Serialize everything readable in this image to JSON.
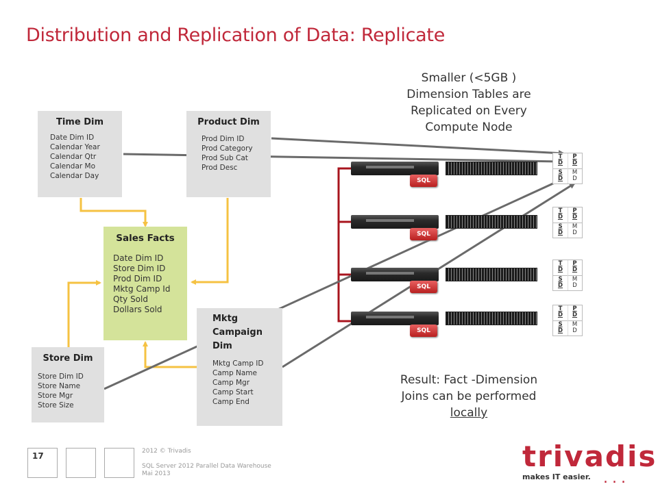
{
  "slide": {
    "title": "Distribution and Replication of Data: Replicate",
    "page_number": "17"
  },
  "boxes": {
    "time_dim": {
      "title": "Time Dim",
      "fields": [
        "Date Dim ID",
        "Calendar Year",
        "Calendar Qtr",
        "Calendar Mo",
        "Calendar Day"
      ]
    },
    "product_dim": {
      "title": "Product Dim",
      "fields": [
        "Prod Dim ID",
        "Prod Category",
        "Prod Sub Cat",
        "Prod Desc"
      ]
    },
    "sales_facts": {
      "title": "Sales Facts",
      "fields": [
        "Date Dim ID",
        "Store Dim ID",
        "Prod Dim ID",
        "Mktg Camp Id",
        "Qty Sold",
        "Dollars Sold"
      ]
    },
    "store_dim": {
      "title": "Store Dim",
      "fields": [
        "Store Dim ID",
        "Store Name",
        "Store Mgr",
        "Store Size"
      ]
    },
    "mktg_dim": {
      "title_lines": [
        "Mktg",
        "Campaign",
        "Dim"
      ],
      "fields": [
        "Mktg Camp ID",
        "Camp Name",
        "Camp Mgr",
        "Camp Start",
        "Camp End"
      ]
    }
  },
  "notes": {
    "top": [
      "Smaller (<5GB )",
      "Dimension Tables are",
      "Replicated on Every",
      "Compute Node"
    ],
    "bottom_line1": "Result:  Fact -Dimension",
    "bottom_line2": "Joins can be performed",
    "bottom_line3": "locally"
  },
  "nodes": [
    {
      "badge": "SQL"
    },
    {
      "badge": "SQL"
    },
    {
      "badge": "SQL"
    },
    {
      "badge": "SQL"
    }
  ],
  "node_tables": {
    "top_left": [
      "T",
      "D"
    ],
    "top_right": [
      "P",
      "D"
    ],
    "bottom_left": [
      "S",
      "D"
    ],
    "bottom_right": [
      "M",
      "D"
    ]
  },
  "footer": {
    "copyright": "2012 © Trivadis",
    "line2": "SQL Server 2012 Parallel Data Warehouse",
    "line3": "Mai 2013"
  },
  "logo": {
    "word": "trivadis",
    "tagline": "makes IT easier.",
    "dots": "..."
  },
  "colors": {
    "title": "#c0283a",
    "arrow_yellow": "#f5c242",
    "arrow_gray": "#6a6a6a",
    "bus_red": "#a8141e",
    "facts_fill": "#d4e39a",
    "dim_fill": "#e0e0e0"
  }
}
